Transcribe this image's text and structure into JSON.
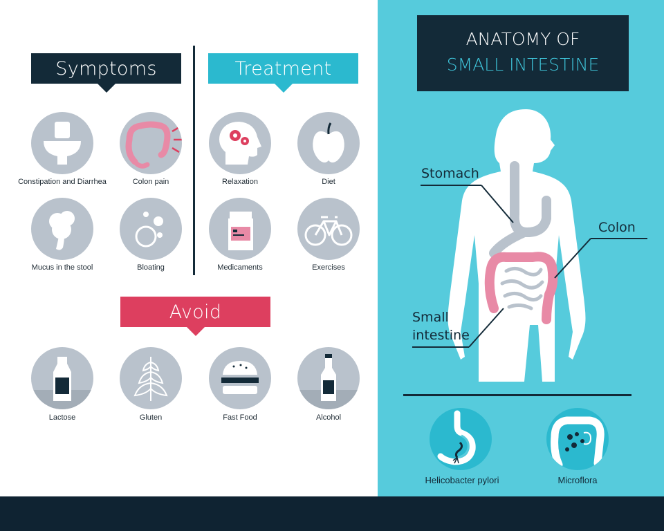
{
  "sections": {
    "symptoms": "Symptoms",
    "treatment": "Treatment",
    "avoid": "Avoid"
  },
  "symptoms": [
    {
      "label": "Constipation and Diarrhea",
      "icon": "toilet-icon"
    },
    {
      "label": "Colon pain",
      "icon": "colon-pain-icon"
    },
    {
      "label": "Mucus in the stool",
      "icon": "mucus-icon"
    },
    {
      "label": "Bloating",
      "icon": "bubbles-icon"
    }
  ],
  "treatment": [
    {
      "label": "Relaxation",
      "icon": "head-gears-icon"
    },
    {
      "label": "Diet",
      "icon": "apple-icon"
    },
    {
      "label": "Medicaments",
      "icon": "pill-bottle-icon"
    },
    {
      "label": "Exercises",
      "icon": "bicycle-icon"
    }
  ],
  "avoid": [
    {
      "label": "Lactose",
      "icon": "milk-bottle-icon"
    },
    {
      "label": "Gluten",
      "icon": "wheat-icon"
    },
    {
      "label": "Fast Food",
      "icon": "burger-icon"
    },
    {
      "label": "Alcohol",
      "icon": "beer-bottle-icon"
    }
  ],
  "anatomy": {
    "title_line1": "ANATOMY OF",
    "title_line2": "SMALL INTESTINE",
    "labels": {
      "stomach": "Stomach",
      "colon": "Colon",
      "small_intestine_1": "Small",
      "small_intestine_2": "intestine"
    }
  },
  "bacteria": [
    {
      "label": "Helicobacter pylori",
      "icon": "stomach-bacteria-icon"
    },
    {
      "label": "Microflora",
      "icon": "colon-microflora-icon"
    }
  ],
  "colors": {
    "dark": "#132a38",
    "cyan": "#2bb9cf",
    "red": "#dd3f5f",
    "panel": "#56cbdc",
    "icon_grey": "#b9c2cc",
    "organ_pink": "#e88aa6"
  }
}
